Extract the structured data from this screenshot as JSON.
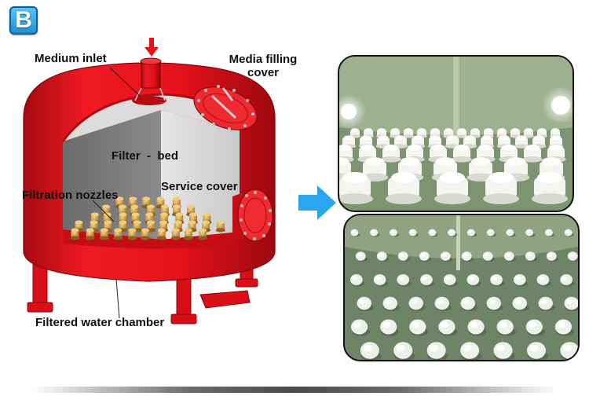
{
  "badge": {
    "letter": "B"
  },
  "labels": {
    "medium_inlet": "Medium inlet",
    "media_filling_line1": "Media filling",
    "media_filling_line2": "cover",
    "filter_bed": "Filter  -  bed",
    "service_cover": "Service cover",
    "filtration_nozzles": "Filtration nozzles",
    "filtered_water_chamber": "Filtered water chamber"
  },
  "colors": {
    "tank_red": "#e8121c",
    "tank_dark_red": "#b50b12",
    "flow_arrow": "#2aa7ec",
    "nozzle_gold": "#d9a441"
  }
}
